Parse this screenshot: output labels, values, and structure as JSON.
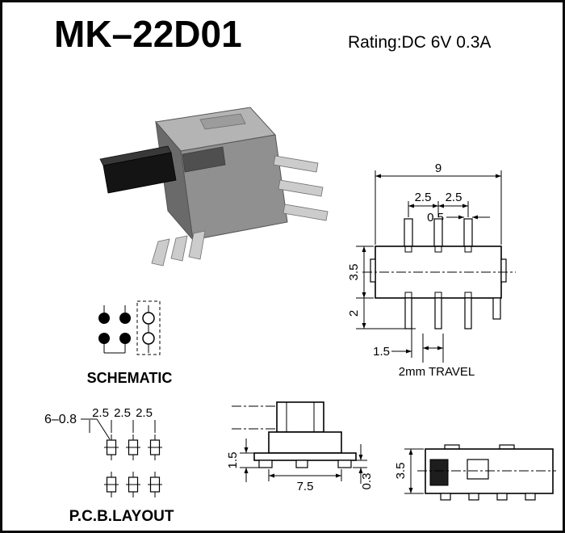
{
  "header": {
    "title": "MK–22D01",
    "rating": "Rating:DC 6V 0.3A"
  },
  "front_view": {
    "dim_total_width": "9",
    "dim_pitch_left": "2.5",
    "dim_pitch_right": "2.5",
    "dim_pin_width": "0.5",
    "dim_body_height": "3.5",
    "dim_pin_length": "2",
    "dim_knob_offset": "1.5",
    "travel_label": "2mm TRAVEL"
  },
  "schematic": {
    "label": "SCHEMATIC"
  },
  "pcb_layout": {
    "label": "P.C.B.LAYOUT",
    "hole_spec": "6–0.8",
    "pitch_labels": [
      "2.5",
      "2.5",
      "2.5"
    ]
  },
  "side_view": {
    "dim_height": "1.5",
    "dim_width": "7.5",
    "dim_foot": "0.3"
  },
  "end_view": {
    "dim_height": "3.5"
  },
  "colors": {
    "line": "#000000",
    "knob": "#141414",
    "metal": "#cccccc",
    "body": "#909090"
  }
}
